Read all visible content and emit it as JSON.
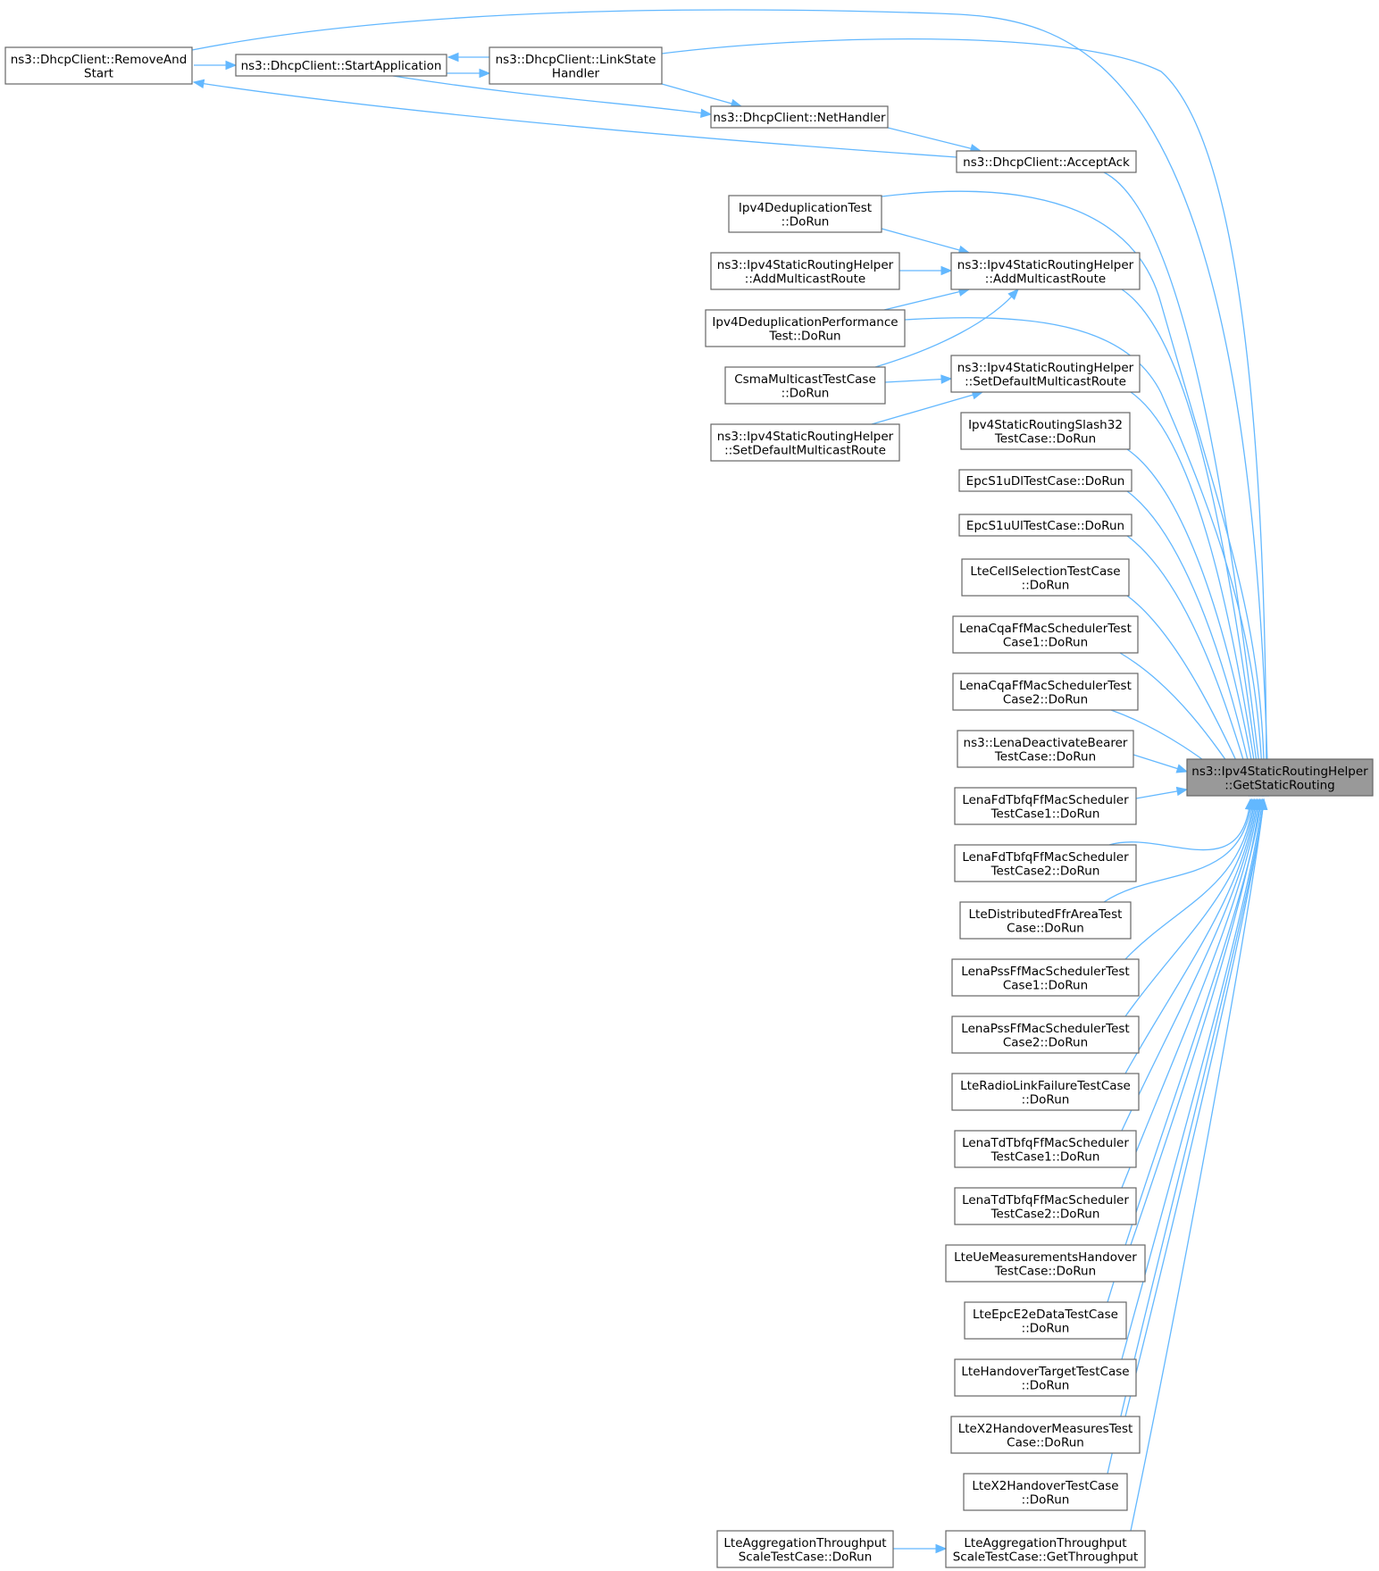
{
  "diagram": {
    "type": "call-graph",
    "colors": {
      "edge": "#63b8ff",
      "node_border": "#666666",
      "focus_fill": "#999999",
      "node_fill": "#ffffff"
    },
    "nodes": [
      {
        "id": "gsr",
        "lines": [
          "ns3::Ipv4StaticRoutingHelper",
          "::GetStaticRouting"
        ],
        "focus": true
      },
      {
        "id": "ras",
        "lines": [
          "ns3::DhcpClient::RemoveAnd",
          "Start"
        ]
      },
      {
        "id": "sa",
        "lines": [
          "ns3::DhcpClient::StartApplication"
        ]
      },
      {
        "id": "lsh",
        "lines": [
          "ns3::DhcpClient::LinkState",
          "Handler"
        ]
      },
      {
        "id": "nh",
        "lines": [
          "ns3::DhcpClient::NetHandler"
        ]
      },
      {
        "id": "aa",
        "lines": [
          "ns3::DhcpClient::AcceptAck"
        ]
      },
      {
        "id": "idt",
        "lines": [
          "Ipv4DeduplicationTest",
          "::DoRun"
        ]
      },
      {
        "id": "amr",
        "lines": [
          "ns3::Ipv4StaticRoutingHelper",
          "::AddMulticastRoute"
        ]
      },
      {
        "id": "amr2",
        "lines": [
          "ns3::Ipv4StaticRoutingHelper",
          "::AddMulticastRoute"
        ]
      },
      {
        "id": "idpt",
        "lines": [
          "Ipv4DeduplicationPerformance",
          "Test::DoRun"
        ]
      },
      {
        "id": "cmt",
        "lines": [
          "CsmaMulticastTestCase",
          "::DoRun"
        ]
      },
      {
        "id": "sdmr",
        "lines": [
          "ns3::Ipv4StaticRoutingHelper",
          "::SetDefaultMulticastRoute"
        ]
      },
      {
        "id": "sdmr2",
        "lines": [
          "ns3::Ipv4StaticRoutingHelper",
          "::SetDefaultMulticastRoute"
        ]
      },
      {
        "id": "s32",
        "lines": [
          "Ipv4StaticRoutingSlash32",
          "TestCase::DoRun"
        ]
      },
      {
        "id": "epcdl",
        "lines": [
          "EpcS1uDlTestCase::DoRun"
        ]
      },
      {
        "id": "epcul",
        "lines": [
          "EpcS1uUlTestCase::DoRun"
        ]
      },
      {
        "id": "lcs",
        "lines": [
          "LteCellSelectionTestCase",
          "::DoRun"
        ]
      },
      {
        "id": "cqa1",
        "lines": [
          "LenaCqaFfMacSchedulerTest",
          "Case1::DoRun"
        ]
      },
      {
        "id": "cqa2",
        "lines": [
          "LenaCqaFfMacSchedulerTest",
          "Case2::DoRun"
        ]
      },
      {
        "id": "ldb",
        "lines": [
          "ns3::LenaDeactivateBearer",
          "TestCase::DoRun"
        ]
      },
      {
        "id": "fd1",
        "lines": [
          "LenaFdTbfqFfMacScheduler",
          "TestCase1::DoRun"
        ]
      },
      {
        "id": "fd2",
        "lines": [
          "LenaFdTbfqFfMacScheduler",
          "TestCase2::DoRun"
        ]
      },
      {
        "id": "dffr",
        "lines": [
          "LteDistributedFfrAreaTest",
          "Case::DoRun"
        ]
      },
      {
        "id": "pss1",
        "lines": [
          "LenaPssFfMacSchedulerTest",
          "Case1::DoRun"
        ]
      },
      {
        "id": "pss2",
        "lines": [
          "LenaPssFfMacSchedulerTest",
          "Case2::DoRun"
        ]
      },
      {
        "id": "rlf",
        "lines": [
          "LteRadioLinkFailureTestCase",
          "::DoRun"
        ]
      },
      {
        "id": "td1",
        "lines": [
          "LenaTdTbfqFfMacScheduler",
          "TestCase1::DoRun"
        ]
      },
      {
        "id": "td2",
        "lines": [
          "LenaTdTbfqFfMacScheduler",
          "TestCase2::DoRun"
        ]
      },
      {
        "id": "ueh",
        "lines": [
          "LteUeMeasurementsHandover",
          "TestCase::DoRun"
        ]
      },
      {
        "id": "e2e",
        "lines": [
          "LteEpcE2eDataTestCase",
          "::DoRun"
        ]
      },
      {
        "id": "hot",
        "lines": [
          "LteHandoverTargetTestCase",
          "::DoRun"
        ]
      },
      {
        "id": "x2m",
        "lines": [
          "LteX2HandoverMeasuresTest",
          "Case::DoRun"
        ]
      },
      {
        "id": "x2",
        "lines": [
          "LteX2HandoverTestCase",
          "::DoRun"
        ]
      },
      {
        "id": "agt",
        "lines": [
          "LteAggregationThroughput",
          "ScaleTestCase::GetThroughput"
        ]
      },
      {
        "id": "agd",
        "lines": [
          "LteAggregationThroughput",
          "ScaleTestCase::DoRun"
        ]
      }
    ]
  }
}
